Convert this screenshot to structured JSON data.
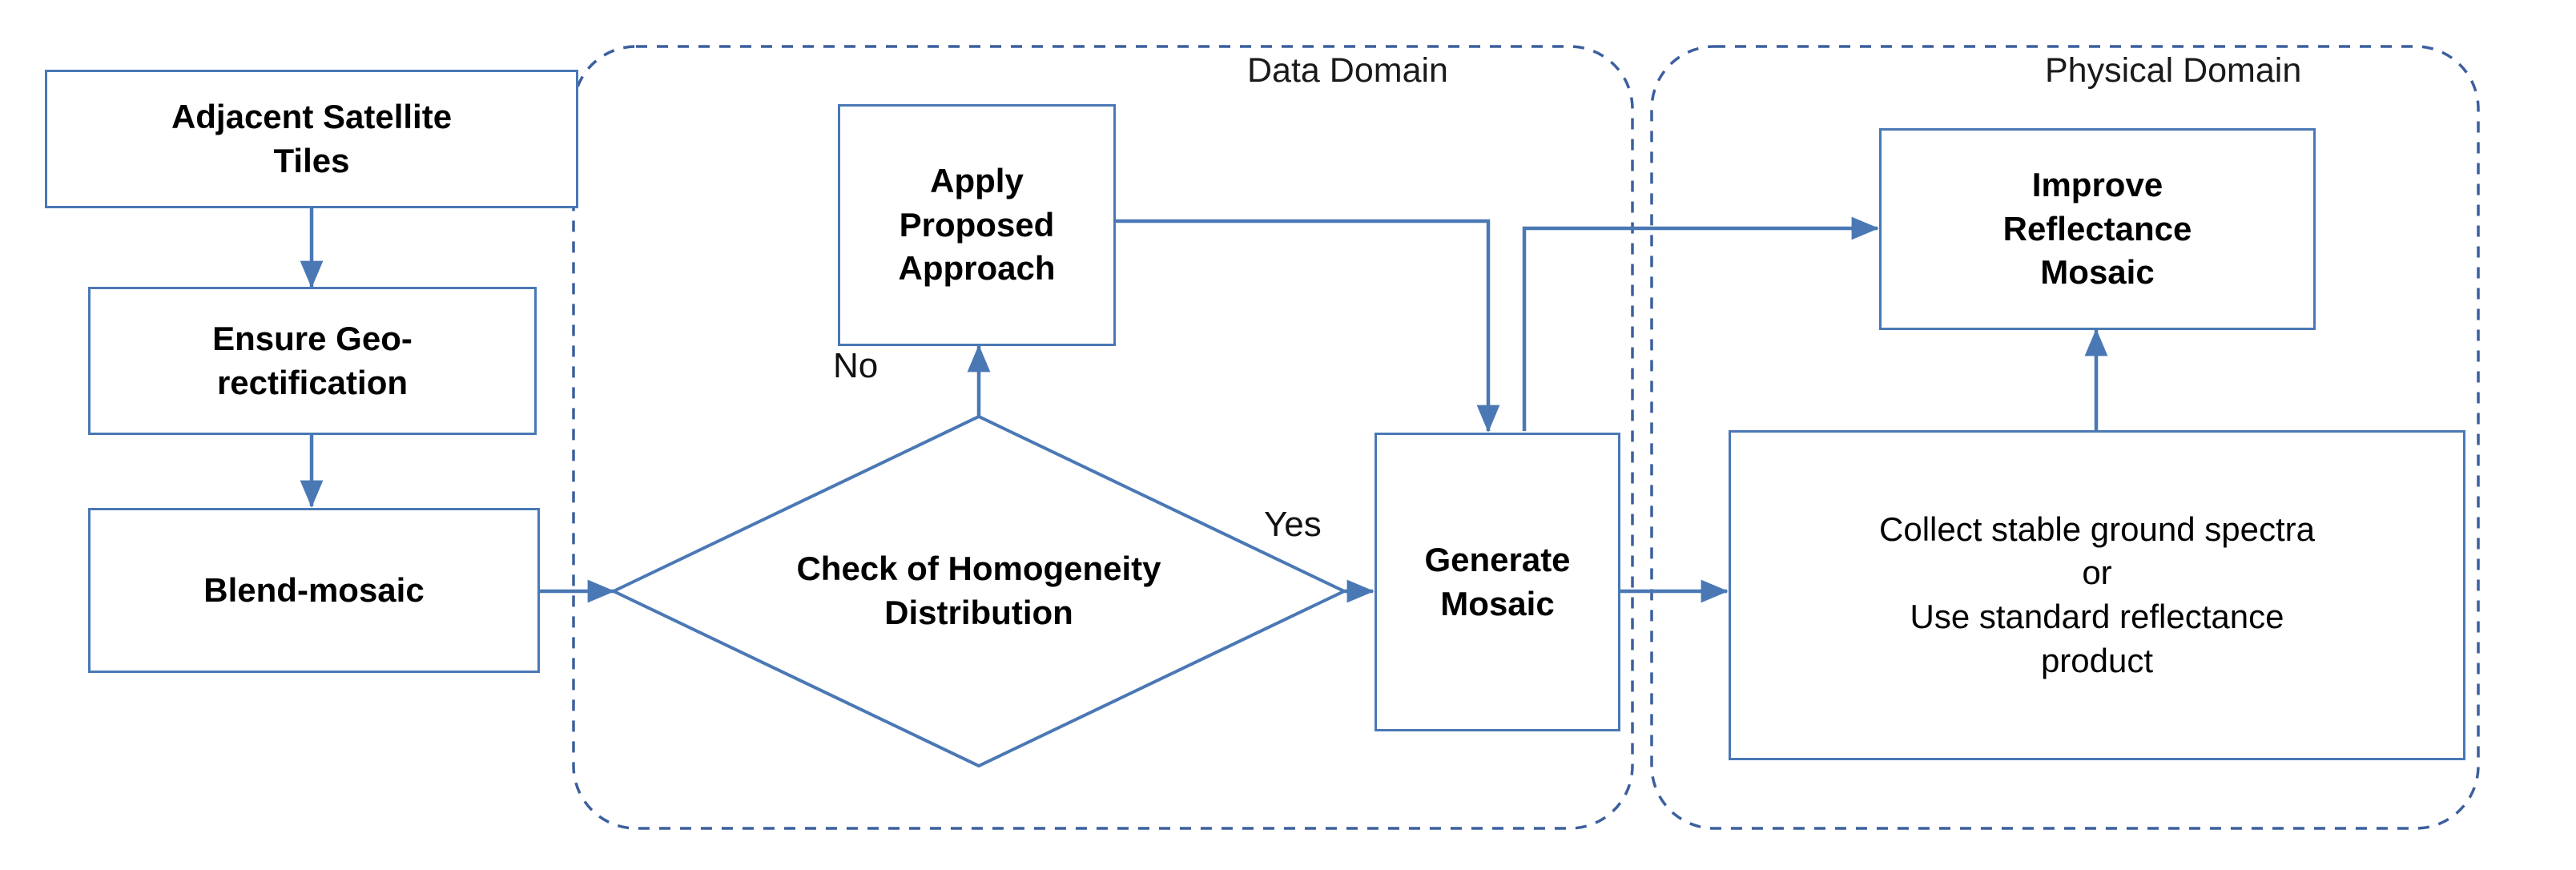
{
  "diagram": {
    "title": "Satellite tile mosaicking and reflectance improvement workflow",
    "colors": {
      "node_border": "#4a78b5",
      "connector": "#4a78b5",
      "domain_border": "#3c5f9e",
      "text": "#000000",
      "background": "#ffffff"
    },
    "containers": [
      {
        "id": "data-domain",
        "label": "Data Domain",
        "style": "dashed-rounded"
      },
      {
        "id": "physical-domain",
        "label": "Physical Domain",
        "style": "dashed-rounded"
      }
    ],
    "nodes": [
      {
        "id": "adjacent-satellite-tiles",
        "shape": "rect",
        "weight": "bold",
        "lines": [
          "Adjacent Satellite",
          "Tiles"
        ]
      },
      {
        "id": "ensure-geo-rectification",
        "shape": "rect",
        "weight": "bold",
        "lines": [
          "Ensure Geo-",
          "rectification"
        ]
      },
      {
        "id": "blend-mosaic",
        "shape": "rect",
        "weight": "bold",
        "lines": [
          "Blend-mosaic"
        ]
      },
      {
        "id": "apply-proposed-approach",
        "shape": "rect",
        "weight": "bold",
        "lines": [
          "Apply",
          "Proposed",
          "Approach"
        ]
      },
      {
        "id": "check-of-homogeneity-distribution",
        "shape": "diamond",
        "weight": "bold",
        "lines": [
          "Check of",
          "Homogeneity",
          "Distribution"
        ]
      },
      {
        "id": "generate-mosaic",
        "shape": "rect",
        "weight": "bold",
        "lines": [
          "Generate",
          "Mosaic"
        ]
      },
      {
        "id": "improve-reflectance-mosaic",
        "shape": "rect",
        "weight": "bold",
        "lines": [
          "Improve",
          "Reflectance",
          "Mosaic"
        ]
      },
      {
        "id": "collect-spectra-or-standard-product",
        "shape": "rect",
        "weight": "normal",
        "lines": [
          "Collect stable ground spectra",
          "or",
          "Use standard reflectance",
          "product"
        ]
      }
    ],
    "edge_labels": [
      {
        "id": "no-label",
        "text": "No"
      },
      {
        "id": "yes-label",
        "text": "Yes"
      }
    ],
    "edges": [
      {
        "from": "adjacent-satellite-tiles",
        "to": "ensure-geo-rectification",
        "label": ""
      },
      {
        "from": "ensure-geo-rectification",
        "to": "blend-mosaic",
        "label": ""
      },
      {
        "from": "blend-mosaic",
        "to": "check-of-homogeneity-distribution",
        "label": ""
      },
      {
        "from": "check-of-homogeneity-distribution",
        "to": "apply-proposed-approach",
        "label": "No"
      },
      {
        "from": "check-of-homogeneity-distribution",
        "to": "generate-mosaic",
        "label": "Yes"
      },
      {
        "from": "apply-proposed-approach",
        "to": "generate-mosaic",
        "label": ""
      },
      {
        "from": "generate-mosaic",
        "to": "improve-reflectance-mosaic",
        "label": ""
      },
      {
        "from": "generate-mosaic",
        "to": "collect-spectra-or-standard-product",
        "label": ""
      },
      {
        "from": "collect-spectra-or-standard-product",
        "to": "improve-reflectance-mosaic",
        "label": ""
      }
    ]
  },
  "text": {
    "n1_l1": "Adjacent Satellite",
    "n1_l2": "Tiles",
    "n2_l1": "Ensure Geo-",
    "n2_l2": "rectification",
    "n3_l1": "Blend-mosaic",
    "n4_l1": "Apply",
    "n4_l2": "Proposed",
    "n4_l3": "Approach",
    "n5_l1": "Check of",
    "n5_l2": "Homogeneity",
    "n5_l3": "Distribution",
    "n6_l1": "Generate",
    "n6_l2": "Mosaic",
    "n7_l1": "Improve",
    "n7_l2": "Reflectance",
    "n7_l3": "Mosaic",
    "n8_l1": "Collect stable ground spectra",
    "n8_l2": "or",
    "n8_l3": "Use standard reflectance",
    "n8_l4": "product",
    "label_no": "No",
    "label_yes": "Yes",
    "domain_data": "Data Domain",
    "domain_physical": "Physical Domain"
  }
}
